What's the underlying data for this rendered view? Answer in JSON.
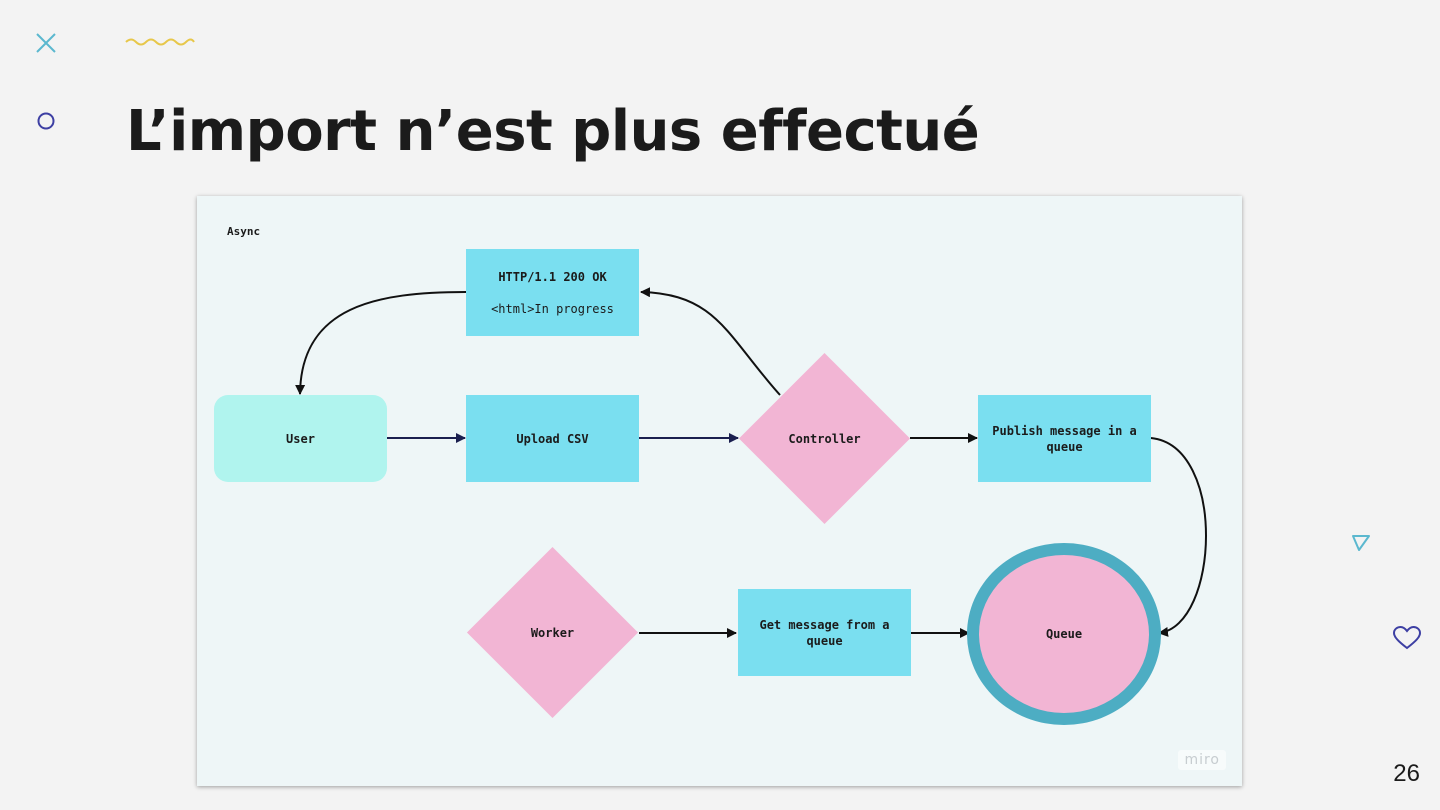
{
  "slide": {
    "title": "L’import n’est plus effectué",
    "page_number": "26"
  },
  "diagram": {
    "title": "Async",
    "nodes": {
      "http_response": {
        "title": "HTTP/1.1 200 OK",
        "body": "<html>In progress"
      },
      "user": "User",
      "upload_csv": "Upload CSV",
      "controller": "Controller",
      "publish": "Publish message in a queue",
      "worker": "Worker",
      "get_message": "Get message from a queue",
      "queue": "Queue"
    },
    "edges": [
      {
        "from": "user",
        "to": "upload_csv"
      },
      {
        "from": "upload_csv",
        "to": "controller"
      },
      {
        "from": "controller",
        "to": "publish"
      },
      {
        "from": "controller",
        "to": "http_response"
      },
      {
        "from": "http_response",
        "to": "user"
      },
      {
        "from": "publish",
        "to": "queue"
      },
      {
        "from": "worker",
        "to": "get_message"
      },
      {
        "from": "get_message",
        "to": "queue"
      }
    ],
    "watermark": "miro"
  },
  "colors": {
    "background": "#f3f3f3",
    "board": "#eef6f7",
    "process_box": "#7adff0",
    "user_box": "#b0f4ee",
    "decision_diamond": "#f2b5d4",
    "queue_ring": "#4dadc3"
  },
  "decorations": [
    "close-x-icon",
    "wavy-line-icon",
    "circle-icon",
    "triangle-icon",
    "heart-icon"
  ]
}
